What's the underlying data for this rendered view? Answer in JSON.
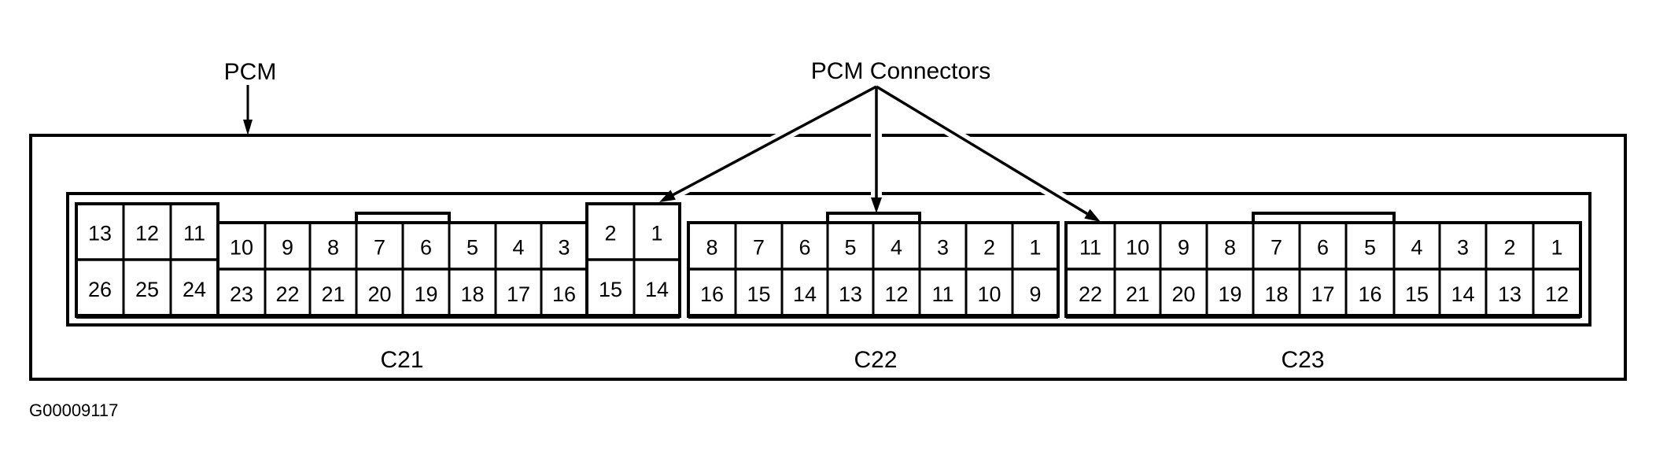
{
  "diagram": {
    "callouts": {
      "pcm_label": "PCM",
      "connectors_label": "PCM Connectors"
    },
    "figure_id": "G00009117",
    "colors": {
      "line": "#000000",
      "background": "#ffffff"
    },
    "connectors": [
      {
        "name": "C21",
        "sections": [
          {
            "kind": "tall",
            "top_row": [
              "13",
              "12",
              "11"
            ],
            "bottom_row": [
              "26",
              "25",
              "24"
            ]
          },
          {
            "kind": "short",
            "top_row": [
              "10",
              "9",
              "8",
              "7",
              "6",
              "5",
              "4",
              "3"
            ],
            "bottom_row": [
              "23",
              "22",
              "21",
              "20",
              "19",
              "18",
              "17",
              "16"
            ]
          },
          {
            "kind": "tall",
            "top_row": [
              "2",
              "1"
            ],
            "bottom_row": [
              "15",
              "14"
            ]
          }
        ],
        "key_over_pins": [
          "7",
          "6"
        ]
      },
      {
        "name": "C22",
        "sections": [
          {
            "kind": "short",
            "top_row": [
              "8",
              "7",
              "6",
              "5",
              "4",
              "3",
              "2",
              "1"
            ],
            "bottom_row": [
              "16",
              "15",
              "14",
              "13",
              "12",
              "11",
              "10",
              "9"
            ]
          }
        ],
        "key_over_pins": [
          "5",
          "4"
        ]
      },
      {
        "name": "C23",
        "sections": [
          {
            "kind": "short",
            "top_row": [
              "11",
              "10",
              "9",
              "8",
              "7",
              "6",
              "5",
              "4",
              "3",
              "2",
              "1"
            ],
            "bottom_row": [
              "22",
              "21",
              "20",
              "19",
              "18",
              "17",
              "16",
              "15",
              "14",
              "13",
              "12"
            ]
          }
        ],
        "key_over_pins": [
          "7",
          "6",
          "5"
        ]
      }
    ]
  }
}
